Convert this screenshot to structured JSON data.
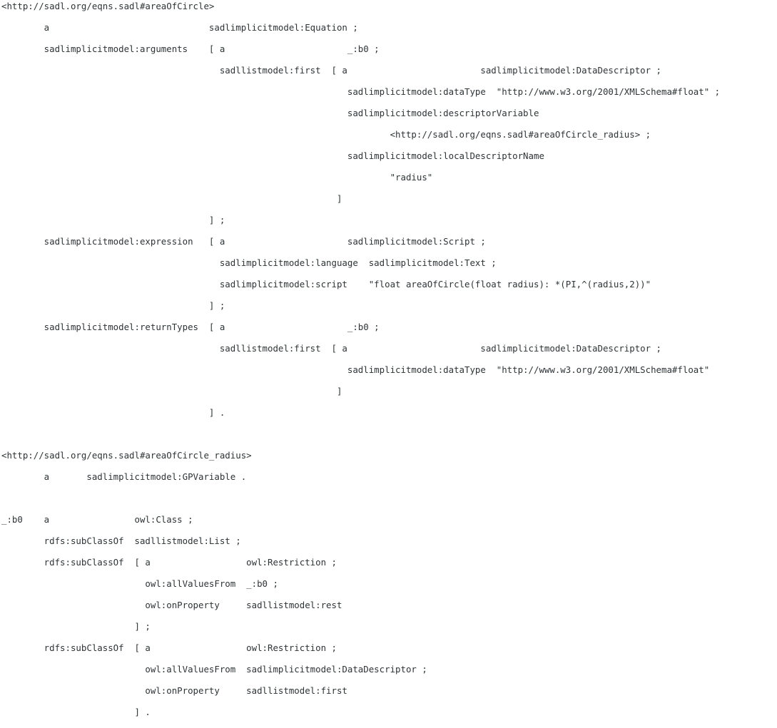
{
  "document": {
    "lines": [
      "<http://sadl.org/eqns.sadl#areaOfCircle>",
      "        a                              sadlimplicitmodel:Equation ;",
      "        sadlimplicitmodel:arguments    [ a                       _:b0 ;",
      "                                         sadllistmodel:first  [ a                         sadlimplicitmodel:DataDescriptor ;",
      "                                                                 sadlimplicitmodel:dataType  \"http://www.w3.org/2001/XMLSchema#float\" ;",
      "                                                                 sadlimplicitmodel:descriptorVariable",
      "                                                                         <http://sadl.org/eqns.sadl#areaOfCircle_radius> ;",
      "                                                                 sadlimplicitmodel:localDescriptorName",
      "                                                                         \"radius\"",
      "                                                               ]",
      "                                       ] ;",
      "        sadlimplicitmodel:expression   [ a                       sadlimplicitmodel:Script ;",
      "                                         sadlimplicitmodel:language  sadlimplicitmodel:Text ;",
      "                                         sadlimplicitmodel:script    \"float areaOfCircle(float radius): *(PI,^(radius,2))\"",
      "                                       ] ;",
      "        sadlimplicitmodel:returnTypes  [ a                       _:b0 ;",
      "                                         sadllistmodel:first  [ a                         sadlimplicitmodel:DataDescriptor ;",
      "                                                                 sadlimplicitmodel:dataType  \"http://www.w3.org/2001/XMLSchema#float\"",
      "                                                               ]",
      "                                       ] .",
      "",
      "<http://sadl.org/eqns.sadl#areaOfCircle_radius>",
      "        a       sadlimplicitmodel:GPVariable .",
      "",
      "_:b0    a                owl:Class ;",
      "        rdfs:subClassOf  sadllistmodel:List ;",
      "        rdfs:subClassOf  [ a                  owl:Restriction ;",
      "                           owl:allValuesFrom  _:b0 ;",
      "                           owl:onProperty     sadllistmodel:rest",
      "                         ] ;",
      "        rdfs:subClassOf  [ a                  owl:Restriction ;",
      "                           owl:allValuesFrom  sadlimplicitmodel:DataDescriptor ;",
      "                           owl:onProperty     sadllistmodel:first",
      "                         ] ."
    ]
  }
}
